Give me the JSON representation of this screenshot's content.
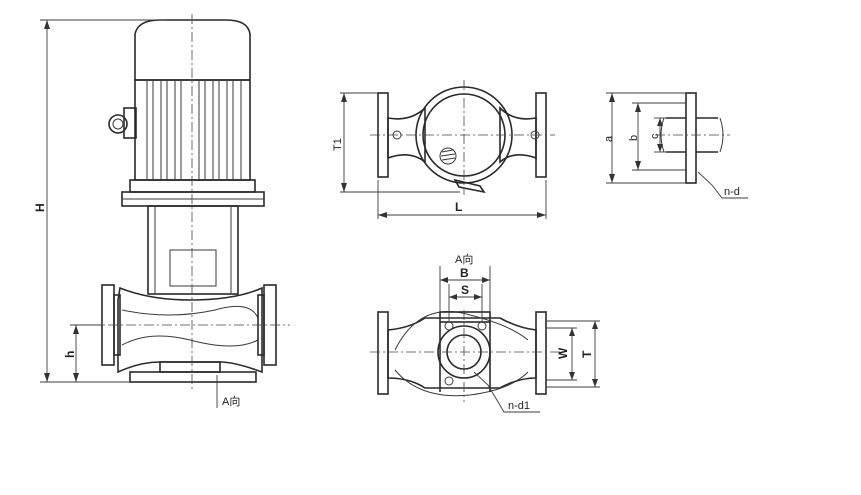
{
  "labels": {
    "H": "H",
    "h": "h",
    "a_dir_main": "A向",
    "T1": "T1",
    "L": "L",
    "a": "a",
    "b": "b",
    "c": "c",
    "n_d": "n-d",
    "a_dir_bottom": "A向",
    "B": "B",
    "S": "S",
    "W": "W",
    "T": "T",
    "n_d1": "n-d1"
  }
}
